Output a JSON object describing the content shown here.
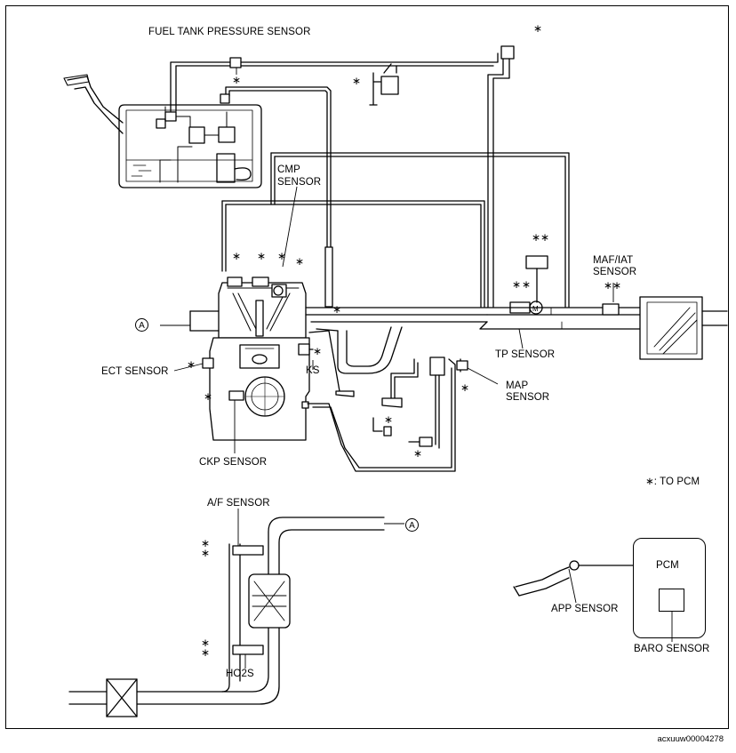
{
  "labels": {
    "fuel_tank_pressure_sensor": "FUEL TANK PRESSURE SENSOR",
    "cmp_sensor_line1": "CMP",
    "cmp_sensor_line2": "SENSOR",
    "maf_iat_line1": "MAF/IAT",
    "maf_iat_line2": "SENSOR",
    "ect_sensor": "ECT SENSOR",
    "ks": "KS",
    "tp_sensor": "TP SENSOR",
    "map_sensor_line1": "MAP",
    "map_sensor_line2": "SENSOR",
    "ckp_sensor": "CKP SENSOR",
    "to_pcm": "∗: TO PCM",
    "af_sensor": "A/F SENSOR",
    "pcm": "PCM",
    "app_sensor": "APP SENSOR",
    "baro_sensor": "BARO SENSOR",
    "ho2s": "HO2S",
    "connector_a": "A",
    "pcm_marker": "∗"
  },
  "document_id": "acxuuw00004278"
}
